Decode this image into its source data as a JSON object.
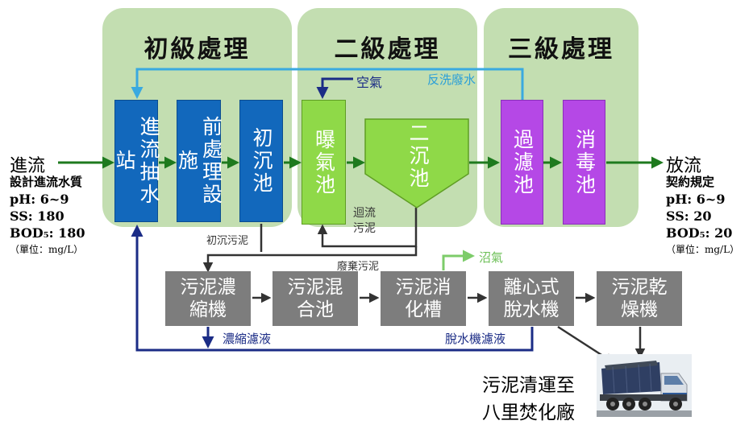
{
  "stages": {
    "primary_title": "初級處理",
    "secondary_title": "二級處理",
    "tertiary_title": "三級處理"
  },
  "units": {
    "pump_station": "進流抽水站",
    "pretreatment": "前處理設施",
    "primary_clarifier": "初沉池",
    "aeration_tank": "曝氣池",
    "secondary_clarifier": "二沉池",
    "filtration": "過濾池",
    "disinfection": "消毒池"
  },
  "sludge_units": {
    "thickener": "污泥濃縮機",
    "mixing_tank": "污泥混合池",
    "digester": "污泥消化槽",
    "centrifuge": "離心式脫水機",
    "dryer": "污泥乾燥機"
  },
  "flow_labels": {
    "air": "空氣",
    "backwash": "反洗廢水",
    "return_sludge": "迴流污泥",
    "primary_sludge": "初沉污泥",
    "waste_sludge": "廢棄污泥",
    "biogas": "沼氣",
    "thickener_filtrate": "濃縮濾液",
    "dewater_filtrate": "脫水機濾液"
  },
  "inflow": {
    "title": "進流",
    "spec_title": "設計進流水質",
    "ph": "pH: 6~9",
    "ss": "SS:   180",
    "bod": "BOD₅: 180",
    "unit_note": "（單位：mg/L）"
  },
  "outflow": {
    "title": "放流",
    "spec_title": "契約規定",
    "ph": "pH:  6~9",
    "ss": "SS:    20",
    "bod": "BOD₅:  20",
    "unit_note": "（單位：mg/L）"
  },
  "destination": {
    "line1": "污泥清運至",
    "line2": "八里焚化廠",
    "image": "dump-truck"
  },
  "colors": {
    "panel": "#c3deb1",
    "blue_unit": "#1268bc",
    "green_unit": "#8fd948",
    "purple_unit": "#b548e6",
    "gray_unit": "#7d7d7d",
    "water_flow": "#1e7a1e",
    "backwash": "#3aa9e0",
    "filtrate": "#1b2c86",
    "biogas": "#7dcc6a"
  }
}
